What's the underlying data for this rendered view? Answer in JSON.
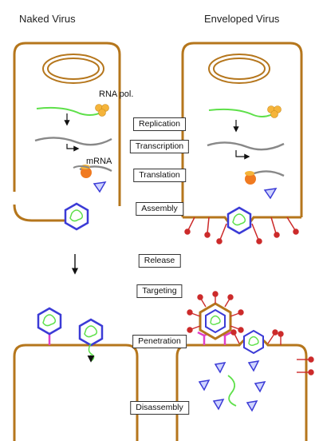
{
  "titles": {
    "left": "Naked Virus",
    "right": "Enveloped Virus"
  },
  "labels": {
    "rna_pol": "RNA pol.",
    "mrna": "mRNA"
  },
  "steps": [
    "Replication",
    "Transcription",
    "Translation",
    "Assembly",
    "Release",
    "Targeting",
    "Penetration",
    "Disassembly"
  ],
  "colors": {
    "membrane": "#b5761c",
    "nucleus": "#b5761c",
    "rna_green": "#5ee04a",
    "rna_gray": "#888888",
    "ribosome": "#f5b43a",
    "capsid_outline": "#3b3bd6",
    "spike_red": "#cc2a2a",
    "receptor_magenta": "#e040c8",
    "mrna_orange": "#f07a20"
  },
  "icons": [
    "cell-membrane-icon",
    "nucleus-icon",
    "ribosome-icon",
    "capsid-icon",
    "spike-icon",
    "receptor-icon",
    "arrow-icon"
  ]
}
